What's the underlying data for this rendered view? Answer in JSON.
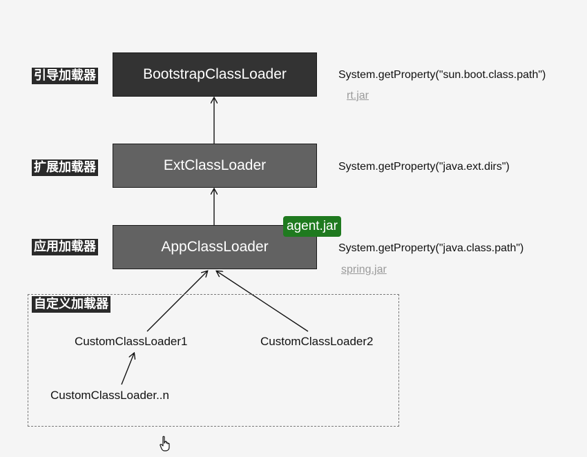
{
  "levels": {
    "bootstrap": {
      "tag": "引导加载器",
      "loader": "BootstrapClassLoader",
      "property": "System.getProperty(\"sun.boot.class.path\")",
      "jar": "rt.jar"
    },
    "ext": {
      "tag": "扩展加载器",
      "loader": "ExtClassLoader",
      "property": "System.getProperty(\"java.ext.dirs\")"
    },
    "app": {
      "tag": "应用加载器",
      "loader": "AppClassLoader",
      "property": "System.getProperty(\"java.class.path\")",
      "jar": "spring.jar",
      "badge": "agent.jar"
    },
    "custom": {
      "tag": "自定义加载器",
      "loader1": "CustomClassLoader1",
      "loader2": "CustomClassLoader2",
      "loaderN": "CustomClassLoader..n"
    }
  },
  "colors": {
    "dark_box": "#333333",
    "mid_box": "#626262",
    "badge": "#1f7a1f",
    "jar_link": "#9a9a9a"
  },
  "icons": {
    "cursor": "hand-pointer-icon"
  }
}
